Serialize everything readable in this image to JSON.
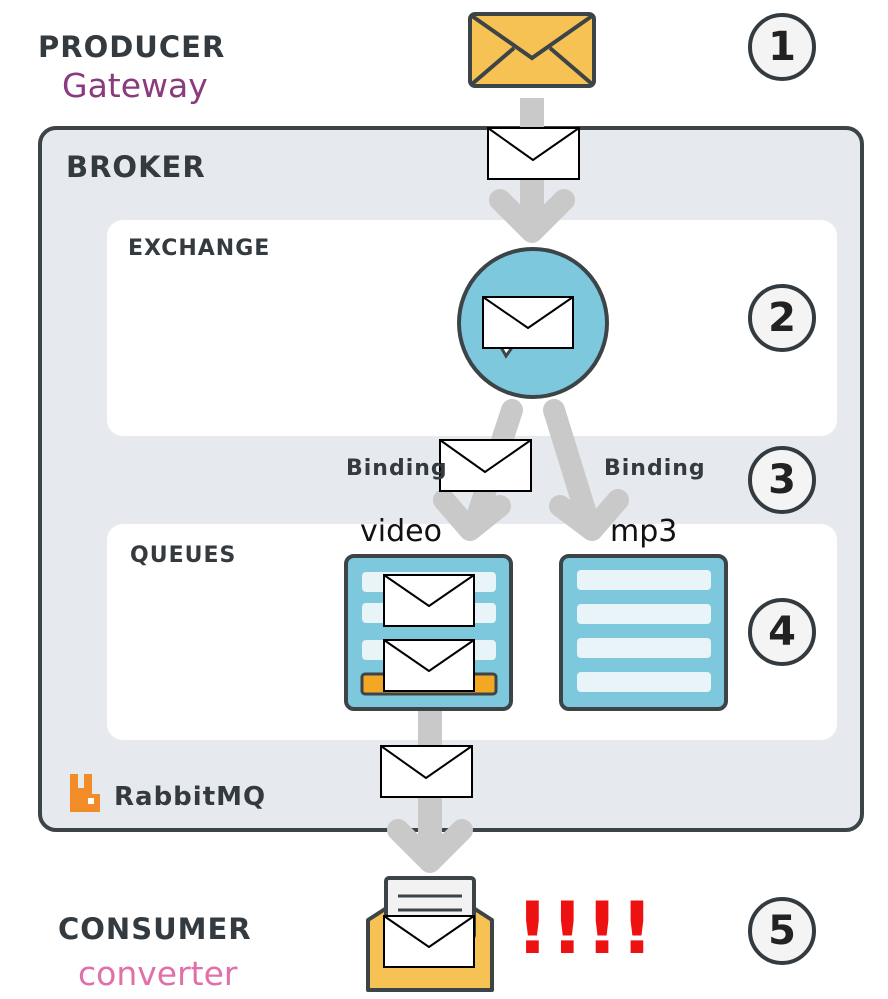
{
  "producer": {
    "label": "PRODUCER",
    "sublabel": "Gateway"
  },
  "broker": {
    "label": "BROKER",
    "brand": "RabbitMQ",
    "exchange_label": "EXCHANGE",
    "queues_label": "QUEUES",
    "binding_left": "Binding",
    "binding_right": "Binding",
    "queue_names": [
      "video",
      "mp3"
    ]
  },
  "consumer": {
    "label": "CONSUMER",
    "sublabel": "converter"
  },
  "alarm": "!!!!",
  "steps": [
    "1",
    "2",
    "3",
    "4",
    "5"
  ],
  "colors": {
    "producer_sublabel": "#8a3a7e",
    "consumer_sublabel": "#e070a8",
    "broker_bg": "#e6eaee",
    "exchange_circle": "#7ec8de",
    "queue_fill": "#7ec8de",
    "envelope_orange": "#f6c253",
    "alarm": "#ee1111",
    "arrow": "#c9c9c9"
  }
}
